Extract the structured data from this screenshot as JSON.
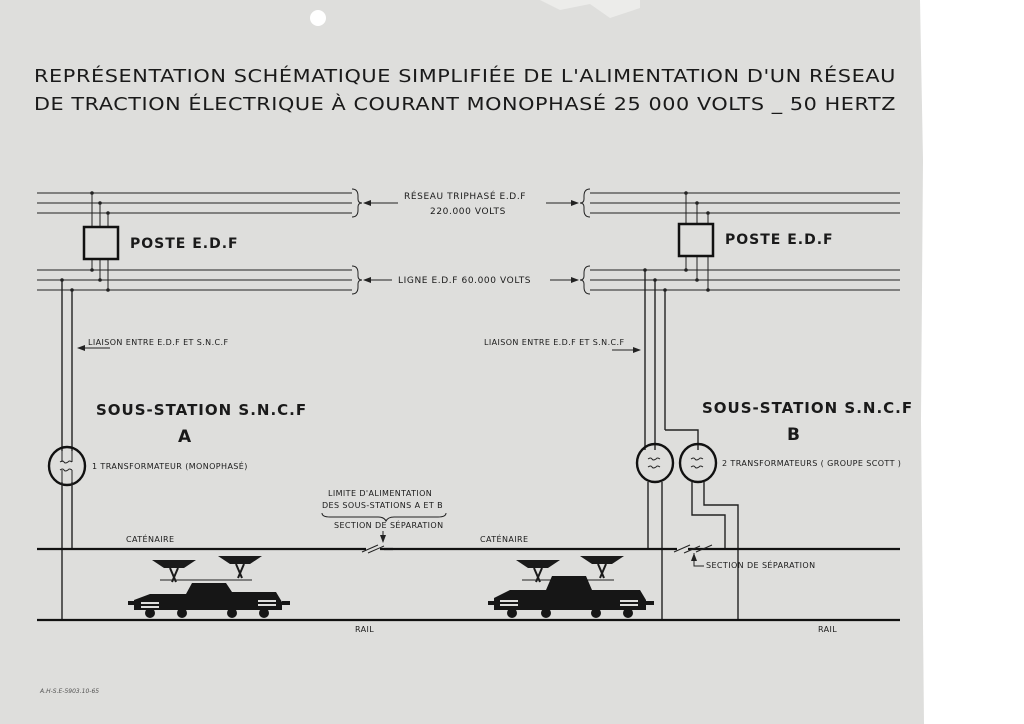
{
  "title": {
    "line1": "REPRÉSENTATION SCHÉMATIQUE SIMPLIFIÉE DE L'ALIMENTATION D'UN RÉSEAU",
    "line2": "DE TRACTION ÉLECTRIQUE À COURANT MONOPHASÉ 25 000 VOLTS _ 50 HERTZ"
  },
  "grid": {
    "line1": "RÉSEAU TRIPHASÉ E.D.F",
    "line2": "220.000 VOLTS"
  },
  "line_60kv": "LIGNE E.D.F 60.000 VOLTS",
  "poste_left": "POSTE E.D.F",
  "poste_right": "POSTE E.D.F",
  "liaison_left": "LIAISON ENTRE E.D.F ET S.N.C.F",
  "liaison_right": "LIAISON ENTRE E.D.F ET S.N.C.F",
  "station_a": {
    "name": "SOUS-STATION S.N.C.F",
    "letter": "A",
    "transformer": "1 TRANSFORMATEUR (MONOPHASÉ)"
  },
  "station_b": {
    "name": "SOUS-STATION S.N.C.F",
    "letter": "B",
    "transformer": "2 TRANSFORMATEURS ( GROUPE SCOTT )"
  },
  "limit": {
    "line1": "LIMITE D'ALIMENTATION",
    "line2": "DES SOUS-STATIONS A ET B",
    "section": "SECTION DE SÉPARATION"
  },
  "section_right": "SECTION DE SÉPARATION",
  "catenary_left": "CATÉNAIRE",
  "catenary_right": "CATÉNAIRE",
  "rail_left": "RAIL",
  "rail_right": "RAIL",
  "reference": "A.H-S.E-5903.10-65",
  "colors": {
    "paper": "#dededc",
    "ink": "#1a1a1a",
    "locomotive": "#161616"
  }
}
